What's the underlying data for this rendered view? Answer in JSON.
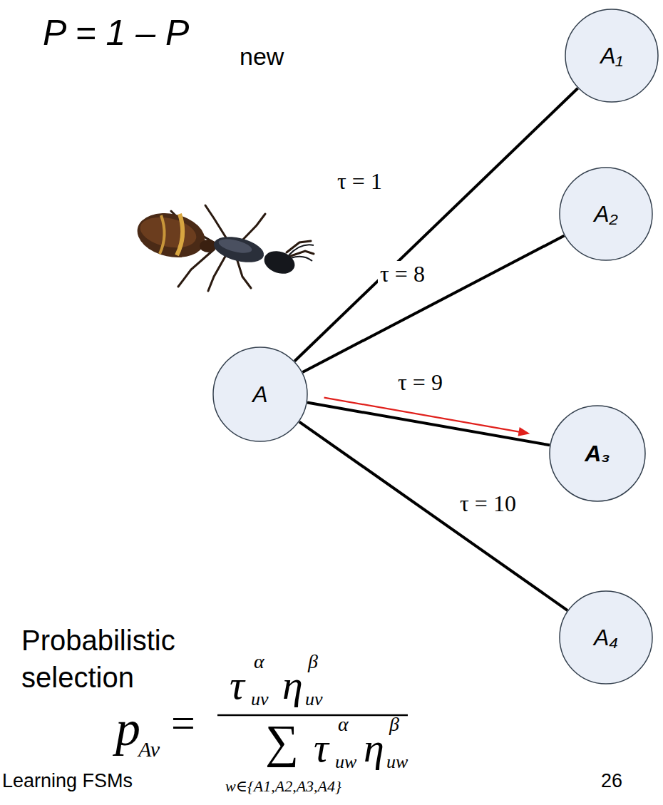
{
  "diagram": {
    "nodes": [
      {
        "text": [
          "A₁"
        ]
      },
      {
        "text": [
          "A₂"
        ]
      },
      {
        "text": [
          "A"
        ]
      },
      {
        "text": [
          "A₃"
        ]
      },
      {
        "text": [
          "A₄"
        ]
      }
    ],
    "edges": [
      {
        "from": 2,
        "to": 0,
        "arrow": "none",
        "label": "τ = 1"
      },
      {
        "from": 2,
        "to": 1,
        "arrow": "none",
        "label": "τ = 8"
      },
      {
        "from": 2,
        "to": 3,
        "arrow": "none",
        "label": "τ = 9"
      },
      {
        "from": 2,
        "to": 3,
        "arrow": "to"
      },
      {
        "from": 2,
        "to": 4,
        "arrow": "none",
        "label": "τ = 10"
      }
    ],
    "labels": [
      "P = 1 – P",
      "new",
      "Probabilistic selection",
      "p",
      "Av",
      "=",
      "τ",
      "uv",
      "α",
      "η",
      "uv",
      "β",
      "∑",
      "τ",
      "uw",
      "α",
      "η",
      "uw",
      "β",
      "w∈{A1,A2,A3,A4}",
      "Learning FSMs",
      "26"
    ]
  }
}
